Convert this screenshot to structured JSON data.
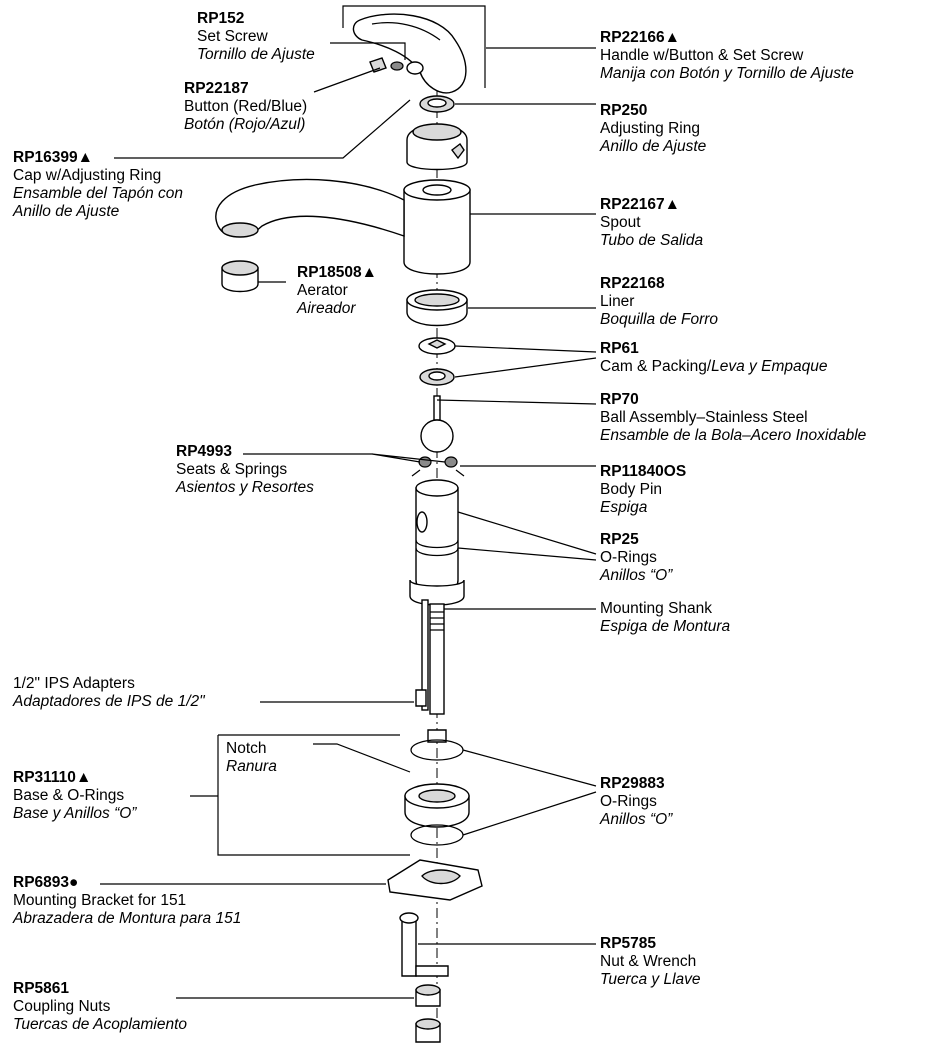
{
  "parts": {
    "rp152": {
      "code": "RP152",
      "en": "Set Screw",
      "es": "Tornillo de Ajuste"
    },
    "rp22187": {
      "code": "RP22187",
      "en": "Button (Red/Blue)",
      "es": "Botón (Rojo/Azul)"
    },
    "rp22166": {
      "code": "RP22166",
      "mark": "▲",
      "en": "Handle w/Button & Set Screw",
      "es": "Manija con Botón y Tornillo de Ajuste"
    },
    "rp250": {
      "code": "RP250",
      "en": "Adjusting Ring",
      "es": "Anillo de Ajuste"
    },
    "rp16399": {
      "code": "RP16399",
      "mark": "▲",
      "en": "Cap w/Adjusting Ring",
      "es1": "Ensamble del Tapón con",
      "es2": "Anillo de Ajuste"
    },
    "rp22167": {
      "code": "RP22167",
      "mark": "▲",
      "en": "Spout",
      "es": "Tubo de Salida"
    },
    "rp18508": {
      "code": "RP18508",
      "mark": "▲",
      "en": "Aerator",
      "es": "Aireador"
    },
    "rp22168": {
      "code": "RP22168",
      "en": "Liner",
      "es": "Boquilla de Forro"
    },
    "rp61": {
      "code": "RP61",
      "en": "Cam & Packing/",
      "es": "Leva y Empaque"
    },
    "rp70": {
      "code": "RP70",
      "en": "Ball Assembly–Stainless Steel",
      "es": "Ensamble de la Bola–Acero Inoxidable"
    },
    "rp4993": {
      "code": "RP4993",
      "en": "Seats & Springs",
      "es": "Asientos y Resortes"
    },
    "rp11840": {
      "code": "RP11840OS",
      "en": "Body Pin",
      "es": "Espiga"
    },
    "rp25": {
      "code": "RP25",
      "en": "O-Rings",
      "es": "Anillos “O”"
    },
    "shank": {
      "en": "Mounting Shank",
      "es": "Espiga de Montura"
    },
    "ips": {
      "en": "1/2\" IPS Adapters",
      "es": "Adaptadores de IPS de 1/2\""
    },
    "notch": {
      "en": "Notch",
      "es": "Ranura"
    },
    "rp31110": {
      "code": "RP31110",
      "mark": "▲",
      "en": "Base & O-Rings",
      "es": "Base y Anillos “O”"
    },
    "rp29883": {
      "code": "RP29883",
      "en": "O-Rings",
      "es": "Anillos “O”"
    },
    "rp6893": {
      "code": "RP6893",
      "mark": "●",
      "en": "Mounting Bracket for 151",
      "es": "Abrazadera de Montura para 151"
    },
    "rp5785": {
      "code": "RP5785",
      "en": "Nut & Wrench",
      "es": "Tuerca y Llave"
    },
    "rp5861": {
      "code": "RP5861",
      "en": "Coupling Nuts",
      "es": "Tuercas de Acoplamiento"
    }
  }
}
